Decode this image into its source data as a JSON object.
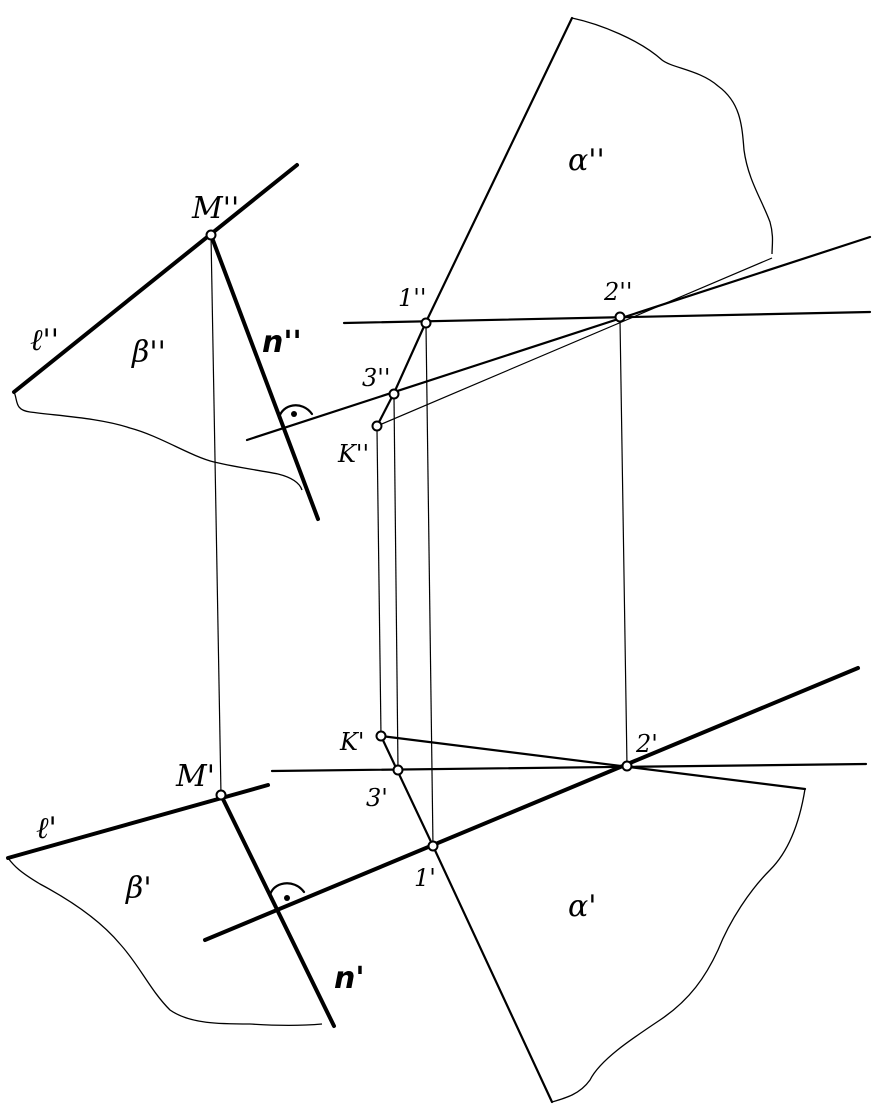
{
  "labels": {
    "alpha2": "α''",
    "alpha1": "α'",
    "beta2": "β''",
    "beta1": "β'",
    "l2": "ℓ''",
    "l1": "ℓ'",
    "m2": "M''",
    "m1": "M'",
    "n2": "n''",
    "n1": "n'",
    "p1_2": "1''",
    "p1_1": "1'",
    "p2_2": "2''",
    "p2_1": "2'",
    "p3_2": "3''",
    "p3_1": "3'",
    "k2": "K''",
    "k1": "K'"
  }
}
